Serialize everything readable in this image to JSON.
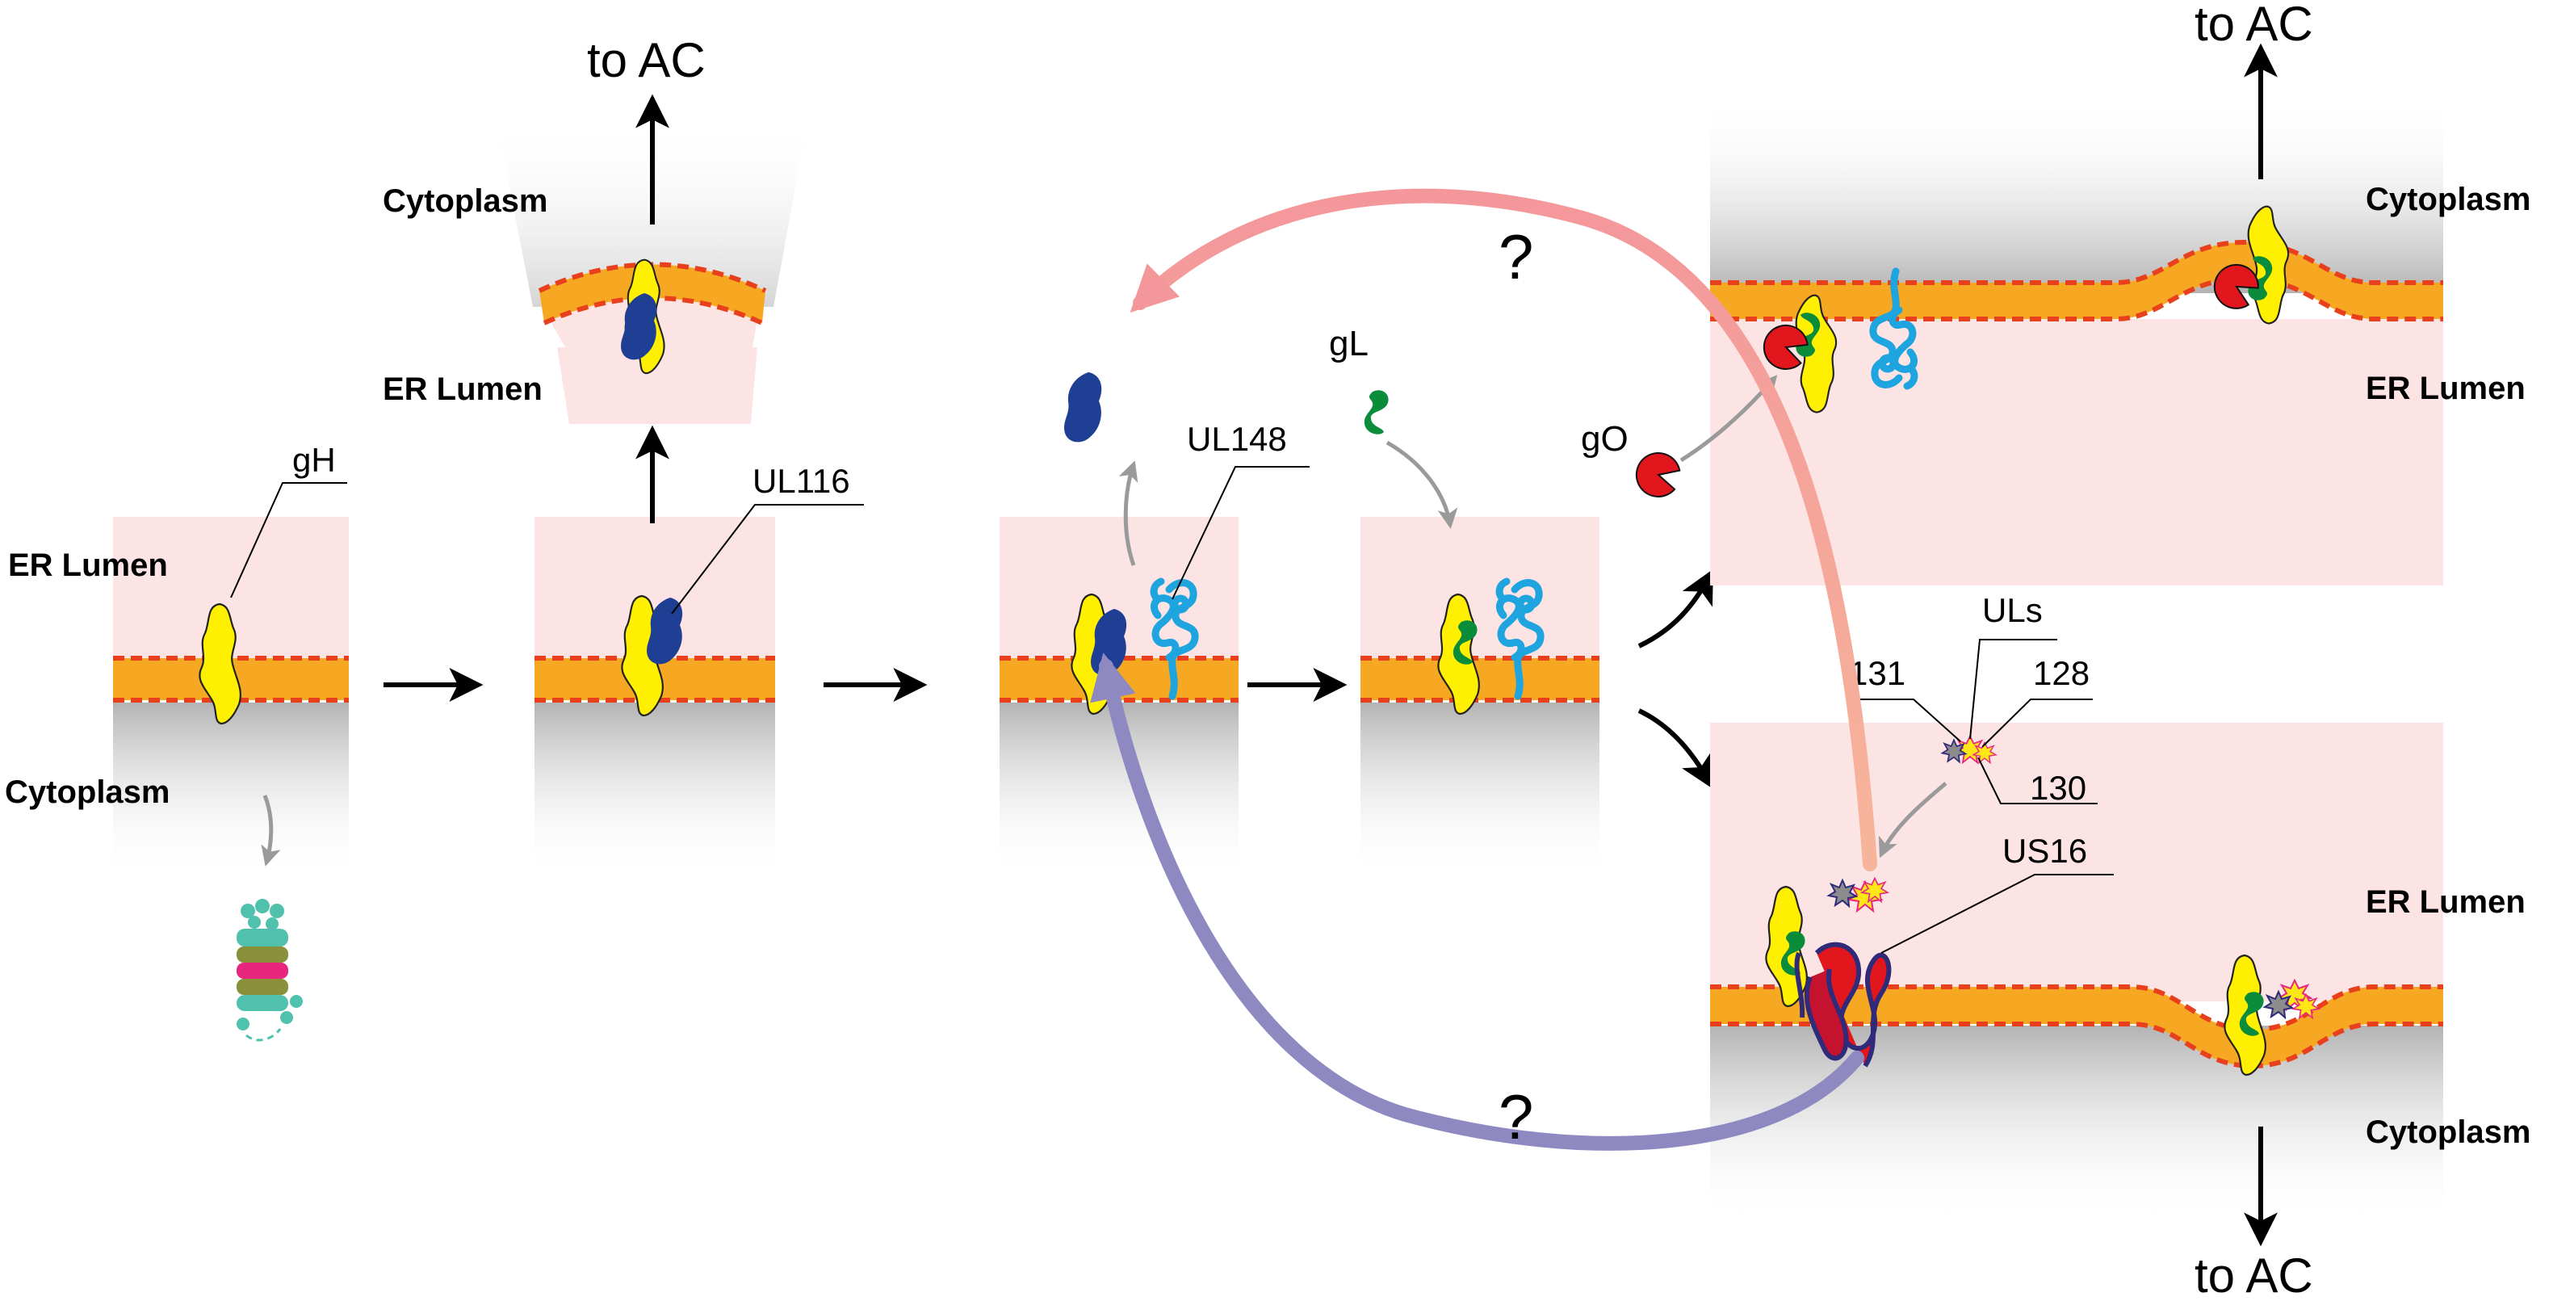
{
  "compartments": {
    "er_lumen": "ER Lumen",
    "cytoplasm": "Cytoplasm"
  },
  "destinations": {
    "to_ac": "to AC"
  },
  "proteins": {
    "gH": "gH",
    "UL116": "UL116",
    "UL148": "UL148",
    "gL": "gL",
    "gO": "gO",
    "ULs": "ULs",
    "UL131": "131",
    "UL128": "128",
    "UL130": "130",
    "US16": "US16"
  },
  "unknown_mark": "?",
  "colors": {
    "membrane": "#f7a823",
    "membrane_edge": "#e8401c",
    "lumen": "#fce4e4",
    "gH": "#ffef00",
    "UL116": "#1f3f95",
    "UL148": "#1ea4de",
    "gL": "#0b8c3a",
    "gO": "#e2161d",
    "US16": "#c4122f",
    "arrow_pink": "#f39a9d",
    "arrow_purple": "#8f89c2",
    "arrow_grey": "#9a9a9a",
    "proteasome": "#4fc1ad"
  }
}
